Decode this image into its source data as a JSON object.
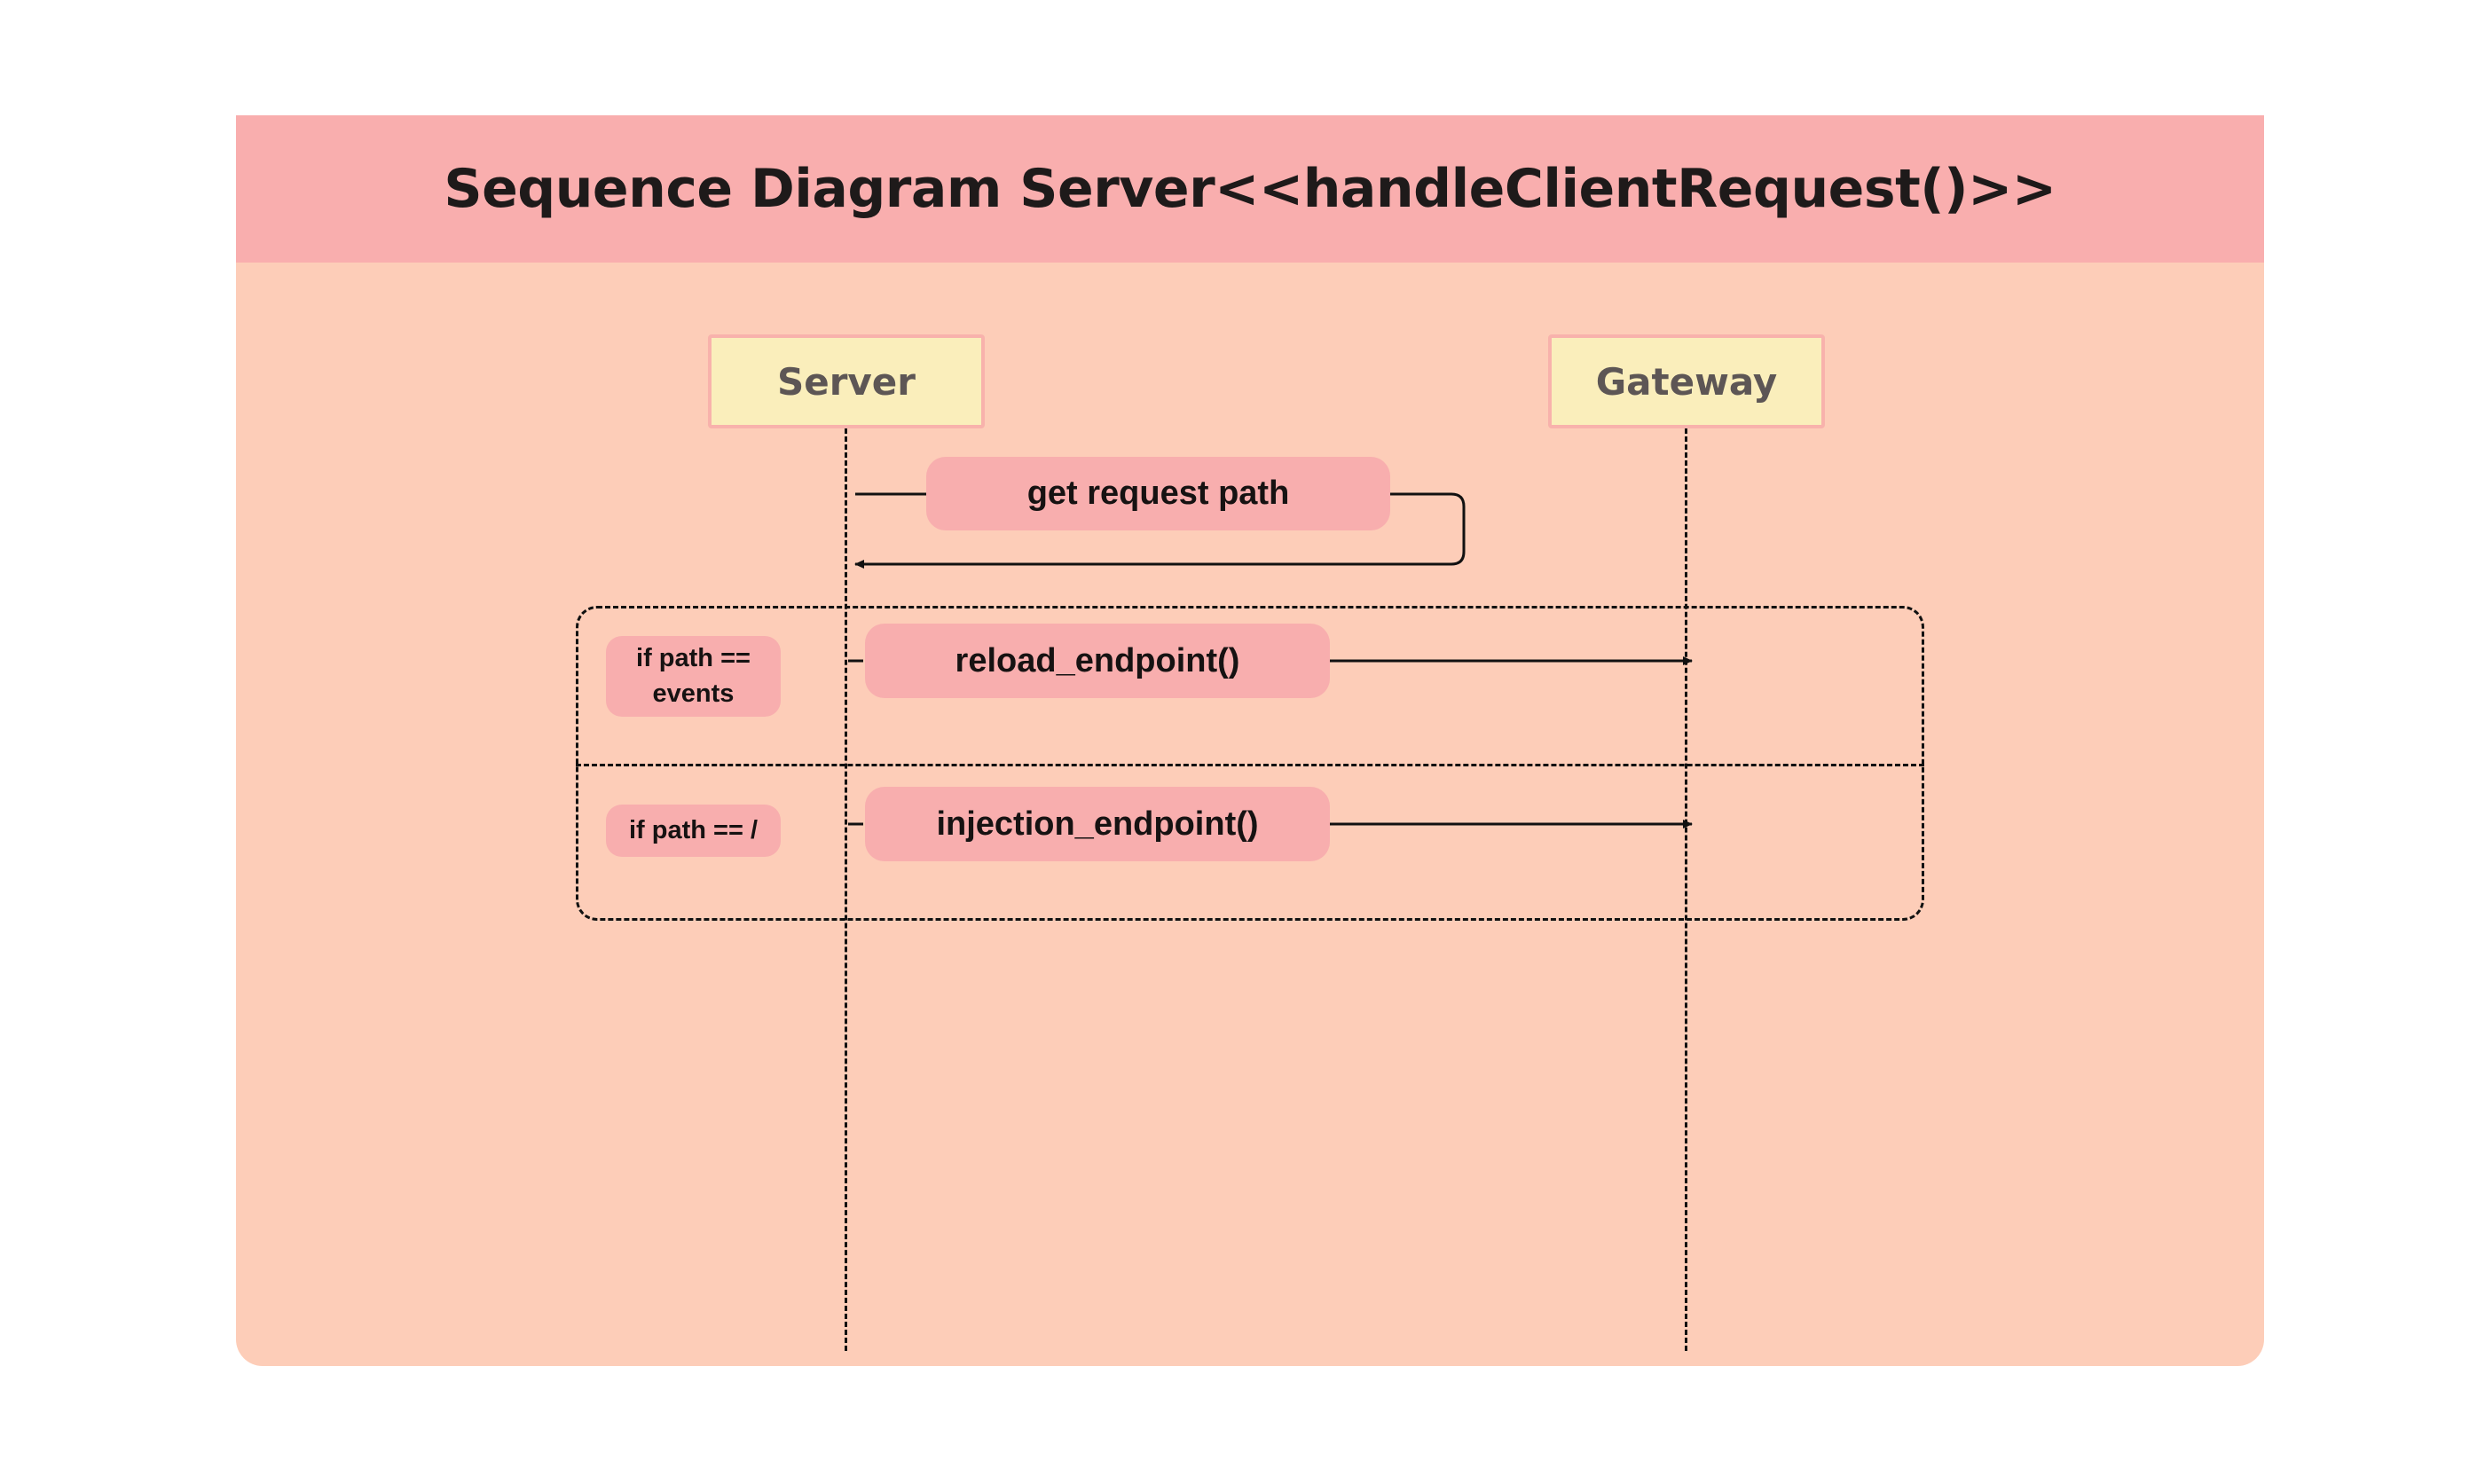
{
  "diagram": {
    "title": "Sequence Diagram Server<<handleClientRequest()>>",
    "participants": [
      {
        "id": "server",
        "label": "Server"
      },
      {
        "id": "gateway",
        "label": "Gateway"
      }
    ],
    "messages": [
      {
        "from": "Server",
        "to": "Server",
        "label": "get request path",
        "kind": "self-call"
      },
      {
        "from": "Server",
        "to": "Gateway",
        "label": "reload_endpoint()",
        "guard": "if path == events"
      },
      {
        "from": "Server",
        "to": "Gateway",
        "label": "injection_endpoint()",
        "guard": "if path == /"
      }
    ],
    "alt_block": {
      "guards": [
        "if path == events",
        "if path == /"
      ]
    }
  },
  "colors": {
    "background": "#fdcdb8",
    "title_bar": "#f9aeae",
    "participant_fill": "#faeebb",
    "participant_border": "#f8b2ac",
    "message_fill": "#f8aeae",
    "line": "#111111"
  }
}
